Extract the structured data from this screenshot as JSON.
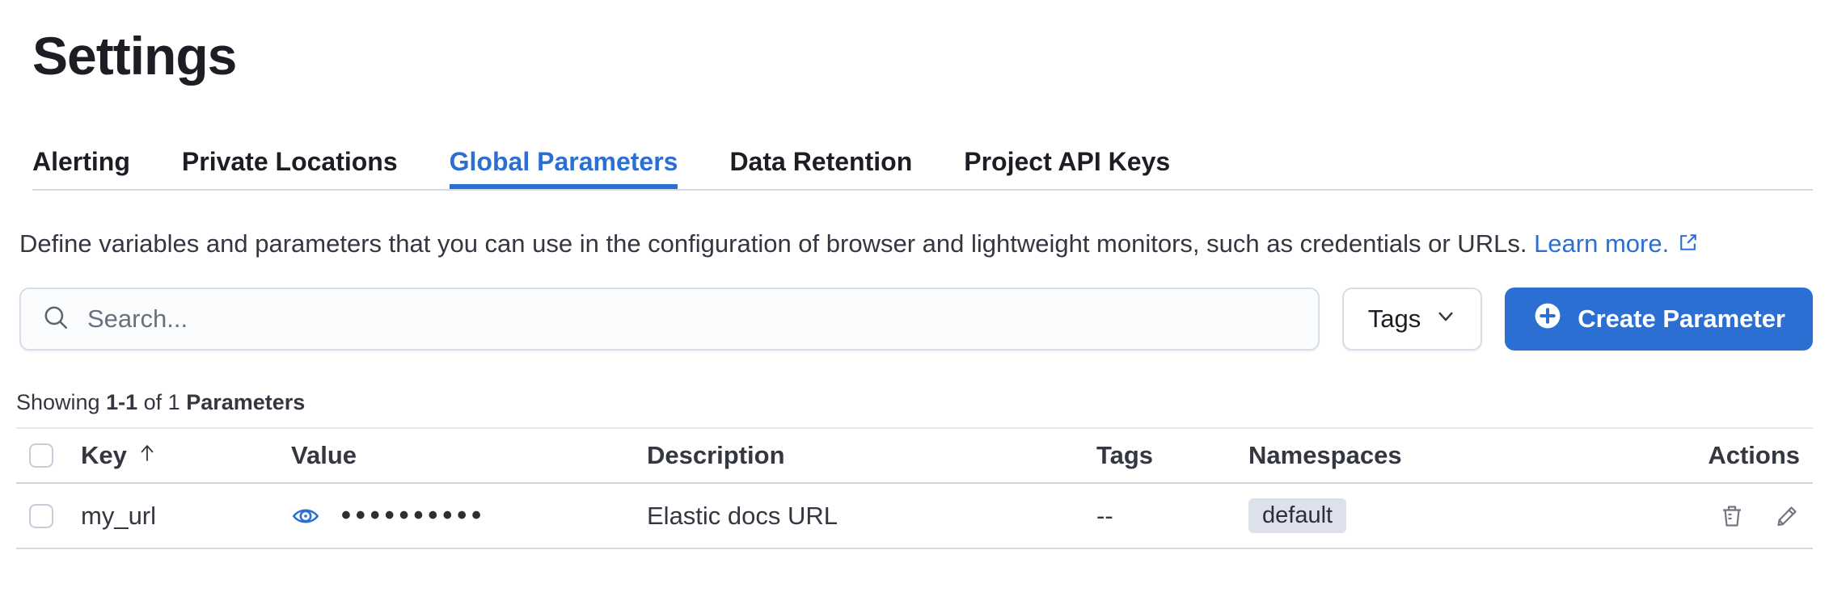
{
  "page": {
    "title": "Settings"
  },
  "tabs": [
    {
      "label": "Alerting",
      "active": false
    },
    {
      "label": "Private Locations",
      "active": false
    },
    {
      "label": "Global Parameters",
      "active": true
    },
    {
      "label": "Data Retention",
      "active": false
    },
    {
      "label": "Project API Keys",
      "active": false
    }
  ],
  "description": {
    "text": "Define variables and parameters that you can use in the configuration of browser and lightweight monitors, such as credentials or URLs.",
    "link_label": "Learn more.",
    "link_icon": "external-link-icon"
  },
  "toolbar": {
    "search_placeholder": "Search...",
    "search_icon": "search-icon",
    "tags_button_label": "Tags",
    "tags_button_icon": "chevron-down-icon",
    "create_button_label": "Create Parameter",
    "create_button_icon": "plus-circle-icon"
  },
  "summary": {
    "prefix": "Showing",
    "range": "1-1",
    "middle": "of 1",
    "entity": "Parameters"
  },
  "table": {
    "columns": [
      "Key",
      "Value",
      "Description",
      "Tags",
      "Namespaces",
      "Actions"
    ],
    "sort": {
      "column": "Key",
      "direction": "ascending",
      "icon": "sort-ascending-arrow"
    },
    "rows": [
      {
        "key": "my_url",
        "value_masked": "••••••••••",
        "value_reveal_icon": "eye-icon",
        "description": "Elastic docs URL",
        "tags": "--",
        "namespaces": [
          "default"
        ],
        "actions": [
          "delete",
          "edit"
        ]
      }
    ]
  },
  "colors": {
    "accent": "#2c6fd3",
    "link": "#2c6fd3",
    "title_text": "#1c1e24",
    "body_text": "#343741",
    "muted_text": "#69707d",
    "border": "#d3dae6",
    "badge_bg": "#dce1ec",
    "icon_gray": "#717680",
    "button_text": "#ffffff"
  }
}
